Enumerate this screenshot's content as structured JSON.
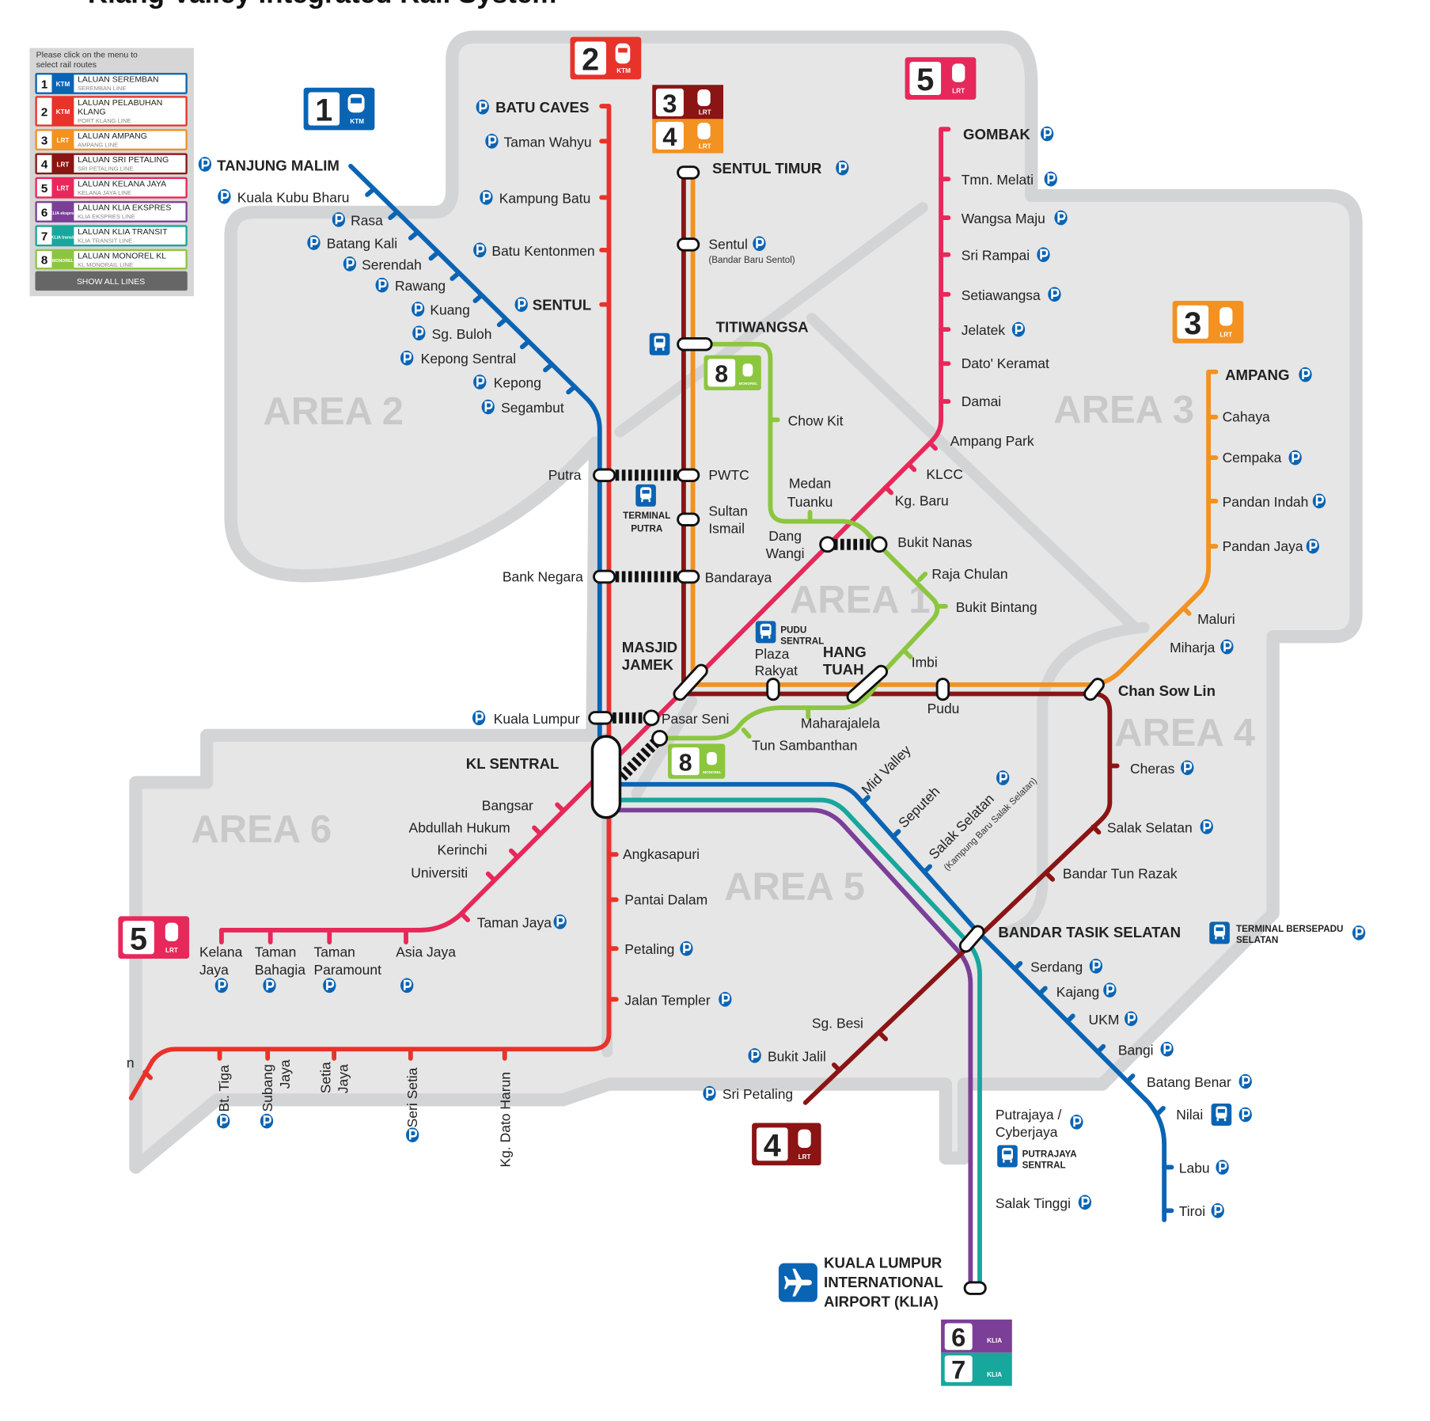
{
  "title": "Klang Valley Integrated Rail System",
  "legend": {
    "instruction_1": "Please click on the menu to",
    "instruction_2": "select rail routes",
    "lines": [
      {
        "num": "1",
        "type": "KTM",
        "name": "LALUAN SEREMBAN",
        "sub": "SEREMBAN LINE",
        "color": "#0a64b4"
      },
      {
        "num": "2",
        "type": "KTM",
        "name": "LALUAN PELABUHAN",
        "name2": "KLANG",
        "sub": "PORT KLANG LINE",
        "color": "#e8332a"
      },
      {
        "num": "3",
        "type": "LRT",
        "name": "LALUAN AMPANG",
        "sub": "AMPANG LINE",
        "color": "#f39121"
      },
      {
        "num": "4",
        "type": "LRT",
        "name": "LALUAN SRI PETALING",
        "sub": "SRI PETALING LINE",
        "color": "#8b1414"
      },
      {
        "num": "5",
        "type": "LRT",
        "name": "LALUAN KELANA JAYA",
        "sub": "KELANA JAYA LINE",
        "color": "#e7285a"
      },
      {
        "num": "6",
        "type": "KLIA ekspres",
        "name": "LALUAN KLIA EKSPRES",
        "sub": "KLIA EKSPRES LINE",
        "color": "#7b3f98"
      },
      {
        "num": "7",
        "type": "KLIA transit",
        "name": "LALUAN KLIA TRANSIT",
        "sub": "KLIA TRANSIT LINE",
        "color": "#18a79c"
      },
      {
        "num": "8",
        "type": "MONOREL",
        "name": "LALUAN MONOREL KL",
        "sub": "KL MONORAIL LINE",
        "color": "#8cc63f"
      }
    ],
    "show_all": "SHOW ALL LINES"
  },
  "badge_types": {
    "ktm": "KTM",
    "lrt": "LRT",
    "monorel": "MONOREL",
    "ekspres": "KLIA",
    "transit": "KLIA"
  },
  "areas": {
    "a1": "AREA 1",
    "a2": "AREA 2",
    "a3": "AREA 3",
    "a4": "AREA 4",
    "a5": "AREA 5",
    "a6": "AREA 6"
  },
  "st": {
    "tanjung_malim": "TANJUNG MALIM",
    "kkb": "Kuala Kubu Bharu",
    "rasa": "Rasa",
    "batang_kali": "Batang Kali",
    "serendah": "Serendah",
    "rawang": "Rawang",
    "kuang": "Kuang",
    "sg_buloh": "Sg. Buloh",
    "kepong_sentral": "Kepong Sentral",
    "kepong": "Kepong",
    "segambut": "Segambut",
    "putra": "Putra",
    "bank_negara": "Bank Negara",
    "kuala_lumpur": "Kuala Lumpur",
    "kl_sentral": "KL SENTRAL",
    "mid_valley": "Mid Valley",
    "seputeh": "Seputeh",
    "salak_selatan_ktm": "Salak Selatan",
    "salak_selatan_ktm_sub": "(Kampung Baru Salak Selatan)",
    "bts": "BANDAR TASIK SELATAN",
    "serdang": "Serdang",
    "kajang": "Kajang",
    "ukm": "UKM",
    "bangi": "Bangi",
    "batang_benar": "Batang Benar",
    "nilai": "Nilai",
    "labu": "Labu",
    "tiroi": "Tiroi",
    "batu_caves": "BATU CAVES",
    "taman_wahyu": "Taman Wahyu",
    "kampung_batu": "Kampung Batu",
    "batu_kentonmen": "Batu Kentonmen",
    "sentul": "SENTUL",
    "angkasapuri": "Angkasapuri",
    "pantai_dalam": "Pantai Dalam",
    "petaling": "Petaling",
    "jalan_templer": "Jalan Templer",
    "bt_tiga": "Bt. Tiga",
    "subang": "Subang",
    "subang_jaya": "Jaya",
    "setia": "Setia",
    "setia_jaya": "Jaya",
    "seri_setia": "Seri Setia",
    "kg_dato_harun": "Kg. Dato Harun",
    "cut_label": "n",
    "sentul_timur": "SENTUL TIMUR",
    "sentul_lrt": "Sentul",
    "sentul_lrt_sub": "(Bandar Baru Sentol)",
    "titiwangsa": "TITIWANGSA",
    "pwtc": "PWTC",
    "sultan": "Sultan",
    "ismail": "Ismail",
    "bandaraya": "Bandaraya",
    "masjid": "MASJID",
    "jamek": "JAMEK",
    "plaza": "Plaza",
    "rakyat": "Rakyat",
    "hang": "HANG",
    "tuah": "TUAH",
    "pudu": "Pudu",
    "chan_sow_lin": "Chan Sow Lin",
    "maluri": "Maluri",
    "miharja": "Miharja",
    "ampang": "AMPANG",
    "cahaya": "Cahaya",
    "cempaka": "Cempaka",
    "pandan_indah": "Pandan Indah",
    "pandan_jaya": "Pandan Jaya",
    "cheras": "Cheras",
    "salak_selatan": "Salak Selatan",
    "bandar_tun_razak": "Bandar Tun Razak",
    "sg_besi": "Sg. Besi",
    "bukit_jalil": "Bukit Jalil",
    "sri_petaling": "Sri Petaling",
    "gombak": "GOMBAK",
    "tmn_melati": "Tmn. Melati",
    "wangsa_maju": "Wangsa Maju",
    "sri_rampai": "Sri Rampai",
    "setiawangsa": "Setiawangsa",
    "jelatek": "Jelatek",
    "dato_keramat": "Dato' Keramat",
    "damai": "Damai",
    "ampang_park": "Ampang Park",
    "klcc": "KLCC",
    "kg_baru": "Kg. Baru",
    "dang": "Dang",
    "wangi": "Wangi",
    "pasar_seni": "Pasar Seni",
    "bangsar": "Bangsar",
    "abdullah_hukum": "Abdullah Hukum",
    "kerinchi": "Kerinchi",
    "universiti": "Universiti",
    "taman_jaya": "Taman Jaya",
    "kelana": "Kelana",
    "kelana_jaya": "Jaya",
    "taman_b": "Taman",
    "bahagia": "Bahagia",
    "taman_p": "Taman",
    "paramount": "Paramount",
    "asia_jaya": "Asia Jaya",
    "chow_kit": "Chow Kit",
    "medan": "Medan",
    "tuanku": "Tuanku",
    "bukit_nanas": "Bukit Nanas",
    "raja_chulan": "Raja Chulan",
    "bukit_bintang": "Bukit Bintang",
    "imbi": "Imbi",
    "maharajalela": "Maharajalela",
    "tun_sambanthan": "Tun Sambanthan",
    "putrajaya": "Putrajaya /",
    "cyberjaya": "Cyberjaya",
    "salak_tinggi": "Salak Tinggi",
    "klia_1": "KUALA LUMPUR",
    "klia_2": "INTERNATIONAL",
    "klia_3": "AIRPORT (KLIA)"
  },
  "terminals": {
    "tp_1": "TERMINAL",
    "tp_2": "PUTRA",
    "ps_1": "PUDU",
    "ps_2": "SENTRAL",
    "tbs_1": "TERMINAL BERSEPADU",
    "tbs_2": "SELATAN",
    "pjs_1": "PUTRAJAYA",
    "pjs_2": "SENTRAL"
  }
}
